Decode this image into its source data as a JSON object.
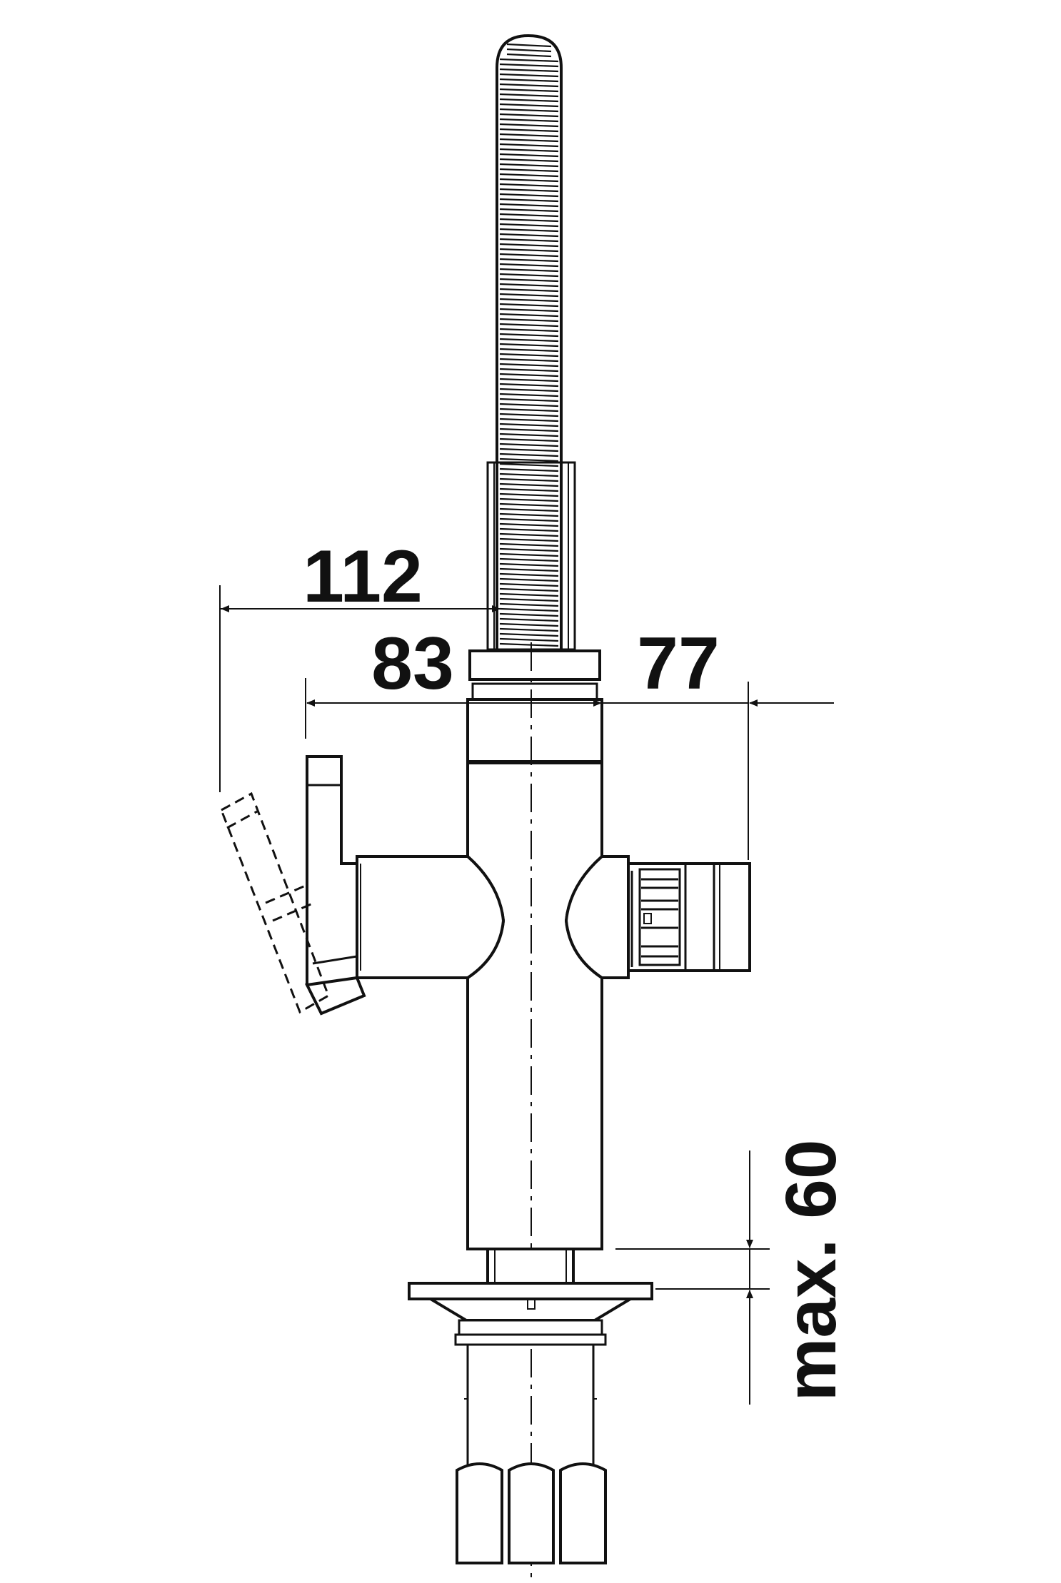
{
  "dimensions": {
    "d112": "112",
    "d83": "83",
    "d77": "77",
    "dmax60": "max. 60"
  },
  "colors": {
    "line": "#111111",
    "background": "#ffffff"
  }
}
